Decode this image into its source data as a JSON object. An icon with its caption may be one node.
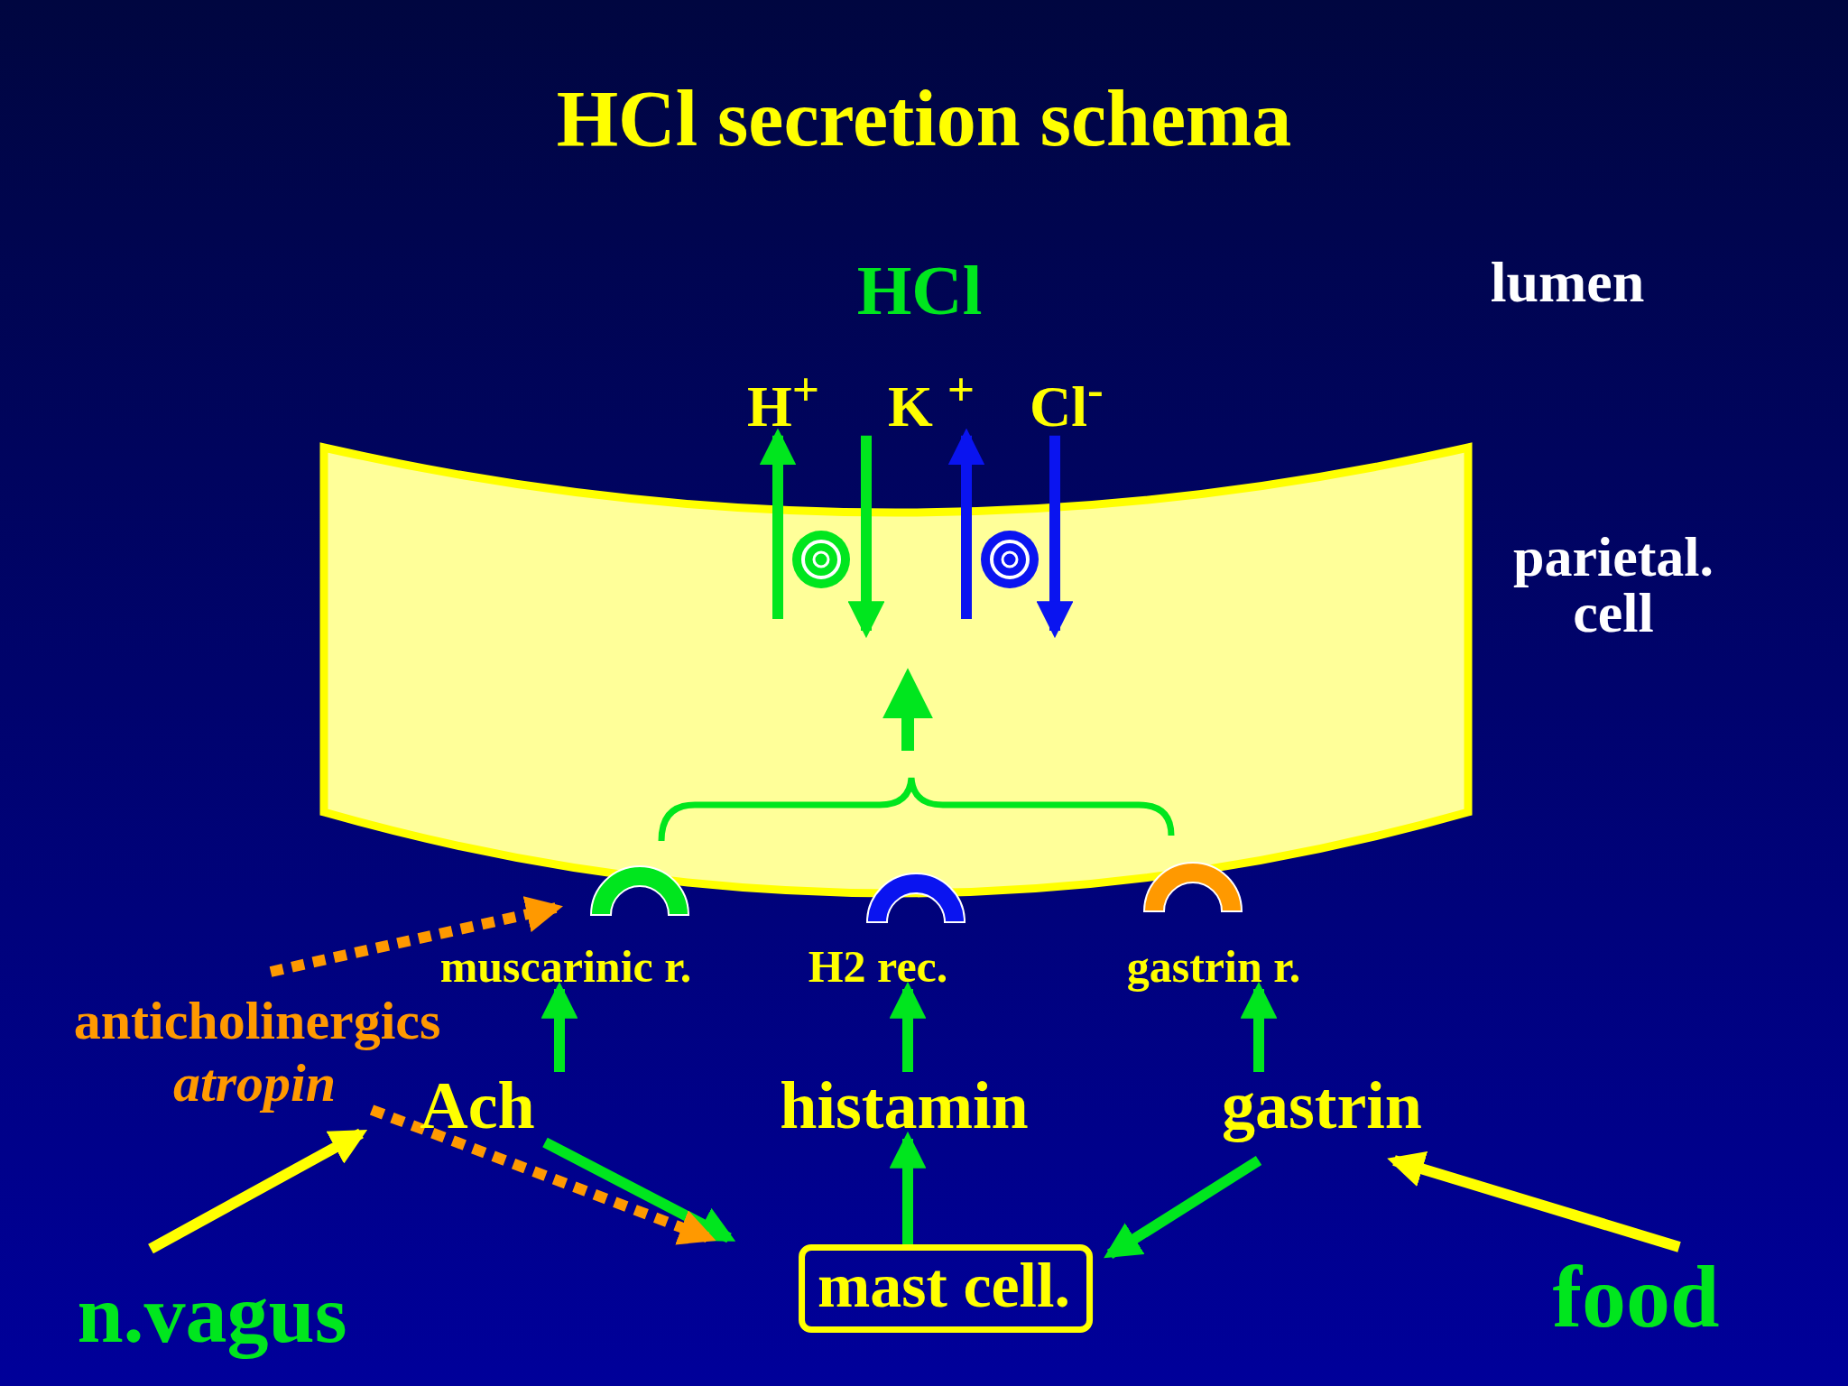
{
  "diagram": {
    "title": "HCl secretion schema",
    "nodes": [
      {
        "text": [
          "HCl"
        ]
      },
      {
        "text": [
          "H$^{+}$"
        ]
      },
      {
        "text": [
          "K $^{+}$"
        ]
      },
      {
        "text": [
          "Cl$^{-}$"
        ]
      },
      {
        "text": [],
        "shape": "box",
        "beside": [
          "parietal. cell"
        ]
      },
      {
        "text": [],
        "shape": "semicircle"
      },
      {
        "text": [],
        "shape": "semicircle"
      },
      {
        "text": [],
        "shape": "semicircle"
      },
      {
        "text": [
          "muscarinic r."
        ]
      },
      {
        "text": [
          "H2 rec."
        ]
      },
      {
        "text": [
          "gastrin r."
        ]
      },
      {
        "text": [
          "Ach"
        ]
      },
      {
        "text": [
          "histamin"
        ]
      },
      {
        "text": [
          "gastrin"
        ]
      },
      {
        "text": [
          "mast cell."
        ]
      },
      {
        "text": [
          "n.vagus"
        ]
      },
      {
        "text": [
          "food"
        ]
      },
      {
        "text": [
          "anticholinergics"
        ]
      },
      {
        "text": [
          "atropin"
        ]
      }
    ],
    "edges": [
      {
        "from": 4,
        "to": 1,
        "arrow": "to"
      },
      {
        "from": 2,
        "to": 4,
        "arrow": "to"
      },
      {
        "from": 4,
        "to": 2,
        "arrow": "to",
        "color": "#0a14f0"
      },
      {
        "from": 3,
        "to": 4,
        "arrow": "to",
        "color": "#0a14f0"
      },
      {
        "from": 11,
        "to": 8,
        "arrow": "to"
      },
      {
        "from": 12,
        "to": 9,
        "arrow": "to"
      },
      {
        "from": 13,
        "to": 10,
        "arrow": "to"
      },
      {
        "from": 14,
        "to": 12,
        "arrow": "to"
      },
      {
        "from": 11,
        "to": 14,
        "arrow": "to"
      },
      {
        "from": 13,
        "to": 14,
        "arrow": "to"
      },
      {
        "from": 15,
        "to": 11,
        "arrow": "to",
        "color": "#ffff00"
      },
      {
        "from": 16,
        "to": 13,
        "arrow": "to",
        "color": "#ffff00"
      },
      {
        "from": 17,
        "to": 5,
        "arrow": "to",
        "style": "dashed",
        "color": "#ff9900"
      },
      {
        "from": 18,
        "to": 14,
        "arrow": "to",
        "style": "dashed",
        "color": "#ff9900"
      }
    ],
    "labels": [
      "lumen"
    ]
  }
}
